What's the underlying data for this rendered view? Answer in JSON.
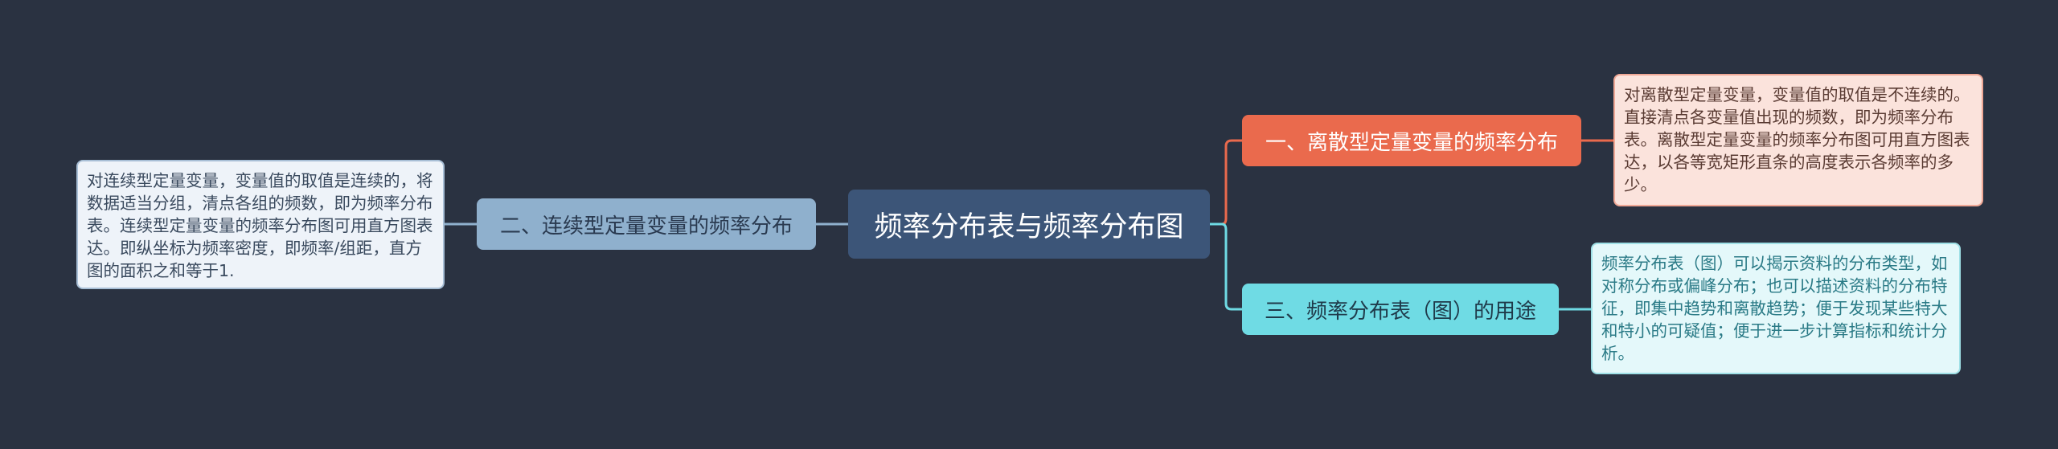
{
  "center": {
    "label": "频率分布表与频率分布图"
  },
  "branches": [
    {
      "id": "left",
      "label": "二、连续型定量变量的频率分布",
      "detail": "对连续型定量变量，变量值的取值是连续的，将数据适当分组，清点各组的频数，即为频率分布表。连续型定量变量的频率分布图可用直方图表达。即纵坐标为频率密度，即频率/组距，直方图的面积之和等于1."
    },
    {
      "id": "r1",
      "label": "一、离散型定量变量的频率分布",
      "detail": "对离散型定量变量，变量值的取值是不连续的。直接清点各变量值出现的频数，即为频率分布表。离散型定量变量的频率分布图可用直方图表达，以各等宽矩形直条的高度表示各频率的多少。"
    },
    {
      "id": "r2",
      "label": "三、频率分布表（图）的用途",
      "detail": "频率分布表（图）可以揭示资料的分布类型，如对称分布或偏峰分布；也可以描述资料的分布特征，即集中趋势和离散趋势；便于发现某些特大和特小的可疑值；便于进一步计算指标和统计分析。"
    }
  ],
  "colors": {
    "background": "#2a3241",
    "center": "#3c5578",
    "left_branch": "#8fb0cd",
    "discrete_branch": "#ea6a4d",
    "usage_branch": "#6fdbe4"
  }
}
